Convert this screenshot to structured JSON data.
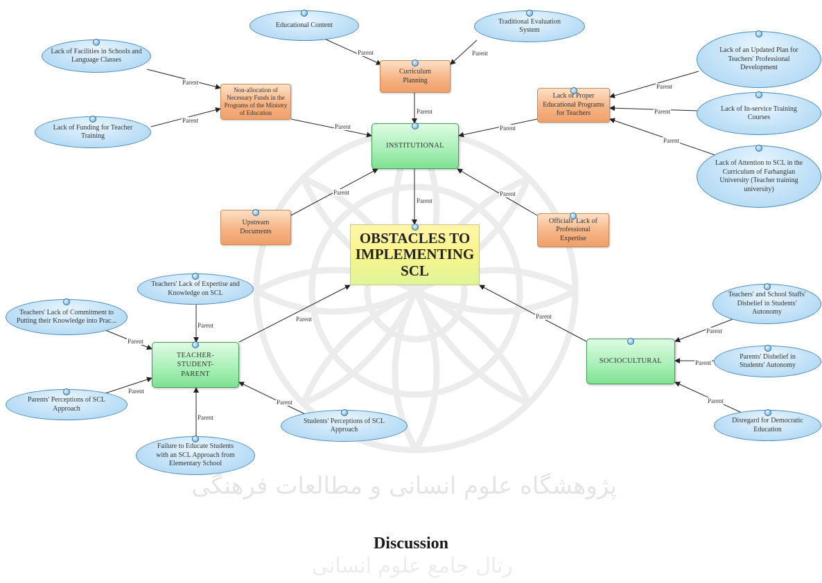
{
  "central": {
    "label": "OBSTACLES TO IMPLEMENTING SCL"
  },
  "edge_label": "Parent",
  "categories": {
    "institutional": "INSTITUTIONAL",
    "teacher_student_parent": "TEACHER-STUDENT-PARENT",
    "sociocultural": "SOCIOCULTURAL"
  },
  "sub_categories": {
    "curriculum_planning": "Curriculum Planning",
    "non_allocation_funds": "Non-allocation of Necessary Funds in the Programs of the Ministry of Education",
    "lack_educational_programs": "Lack of Proper Educational Programs for Teachers",
    "upstream_documents": "Upstream Documents",
    "officials_expertise": "Officials' Lack of Professional Expertise"
  },
  "leaves": {
    "educational_content": "Educational Content",
    "traditional_evaluation": "Traditional Evaluation System",
    "lack_facilities": "Lack of Facilities in Schools and Language Classes",
    "lack_funding_training": "Lack of Funding for Teacher Training",
    "updated_plan": "Lack of an Updated Plan for Teachers' Professional Development",
    "inservice_training": "Lack of In-service Training Courses",
    "attention_scl_farhangian": "Lack of Attention to SCL in the Curriculum of Farhangian University (Teacher training university)",
    "teachers_expertise_scl": "Teachers' Lack of Expertise and Knowledge on SCL",
    "teachers_commitment": "Teachers' Lack of Commitment to Putting their Knowledge into Prac...",
    "parents_perceptions": "Parents' Perceptions of SCL Approach",
    "failure_educate_students": "Failure to Educate Students with an SCL Approach from Elementary School",
    "students_perceptions": "Students' Perceptions of SCL Approach",
    "staff_disbelief": "Teachers' and School Staffs' Disbelief in Students' Autonomy",
    "parents_disbelief": "Parents' Disbelief in Students' Autonomy",
    "democratic_education": "Disregard for Democratic Education"
  },
  "footer": {
    "heading": "Discussion"
  },
  "watermark": {
    "line1": "پژوهشگاه علوم انسانی و مطالعات فرهنگی",
    "line2": "رتال جامع علوم انسانی"
  },
  "colors": {
    "oval_fill": "#bfe0f7",
    "orange_fill": "#f6b484",
    "green_fill": "#a6efb5",
    "central_fill": "#f8f48a"
  }
}
